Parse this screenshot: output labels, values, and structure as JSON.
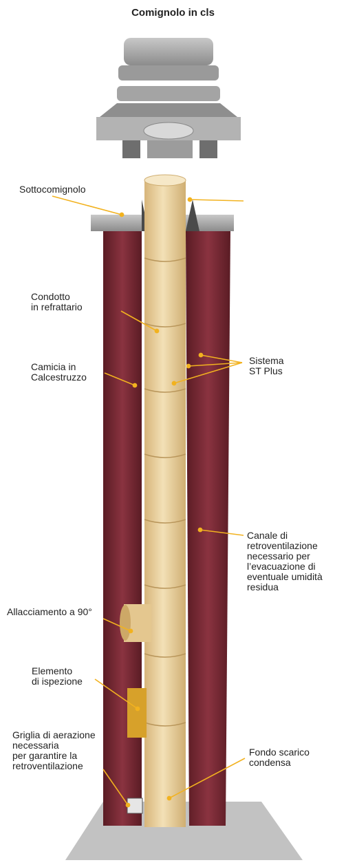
{
  "title": "Comignolo in cls",
  "labels": {
    "sottocomignolo": "Sottocomignolo",
    "condotto": "Condotto\nin refrattario",
    "sistema": "Sistema\nST Plus",
    "camicia": "Camicia in\nCalcestruzzo",
    "canale": "Canale di\nretroventilazione\nnecessario per\nl’evacuazione di\neventuale umidità\nresidua",
    "allacciamento": "Allacciamento a 90°",
    "elemento": "Elemento\ndi ispezione",
    "griglia": "Griglia di aerazione\nnecessaria\nper garantire la\nretroventilazione",
    "fondo": "Fondo scarico\ncondensa"
  },
  "colors": {
    "jacket": "#7a2a33",
    "jacket_dark": "#5a1c24",
    "flue": "#e8cf9c",
    "flue_shade": "#cfae72",
    "callout": "#f2b21f",
    "concrete": "#b9b9b9"
  }
}
